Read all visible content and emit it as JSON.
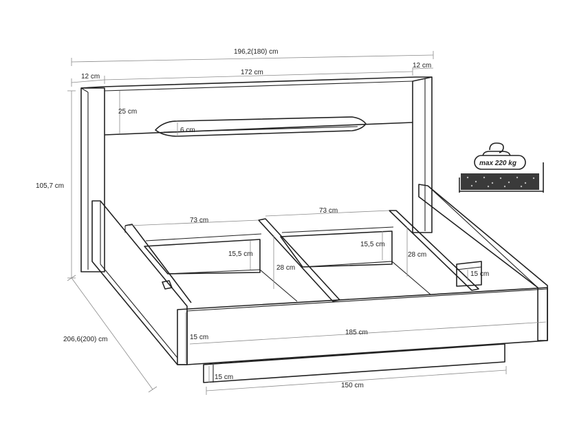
{
  "dimensions": {
    "total_width": "196,2(180) cm",
    "headboard_inner_width": "172 cm",
    "post_width_left": "12 cm",
    "post_width_right": "12 cm",
    "headboard_panel_height": "25 cm",
    "groove_height": "6 cm",
    "total_height": "105,7 cm",
    "total_length": "206,6(200) cm",
    "compartment_left_width": "73 cm",
    "compartment_right_width": "73 cm",
    "compartment_left_depth": "15,5 cm",
    "compartment_right_depth": "15,5 cm",
    "divider_left_height": "28 cm",
    "divider_right_height": "28 cm",
    "ledge_height": "15 cm",
    "footboard_height": "15 cm",
    "inner_length": "185 cm",
    "plinth_height": "15 cm",
    "plinth_width": "150 cm"
  },
  "load_badge": {
    "label": "max 220 kg",
    "icon": "weight-icon"
  }
}
